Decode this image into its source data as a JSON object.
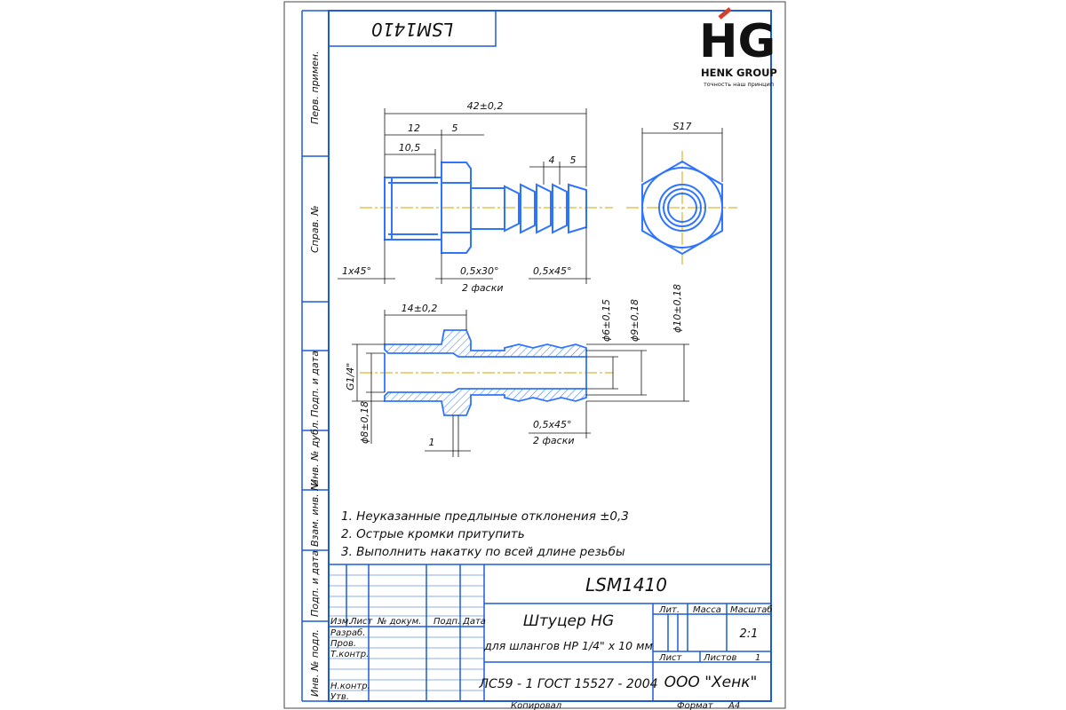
{
  "logo": {
    "mark": "HG",
    "company": "HENK GROUP",
    "slogan": "точность наш принцип",
    "color_blue": "#1e3f8c",
    "color_accent": "#d4412a"
  },
  "colors": {
    "frame": "#1e5bd8",
    "part_outline": "#2f74ff",
    "axis_line": "#d9a400",
    "dimension": "#111111"
  },
  "top_label": "LSM1410",
  "side_columns": [
    "Перв. примен.",
    "Справ. №",
    "Подп. и дата",
    "Инв. № дубл.",
    "Взам. инв. №",
    "Подп. и дата",
    "Инв. № подл."
  ],
  "side_view": {
    "overall": "42±0,2",
    "d12": "12",
    "d5": "5",
    "d10_5": "10,5",
    "d4": "4",
    "d5b": "5",
    "chamfer_left": "1х45°",
    "chamfer_mid": "0,5х30°",
    "chamfer_right": "0,5х45°",
    "note_chamfers": "2 фаски"
  },
  "end_view": {
    "across_flats": "S17"
  },
  "section_view": {
    "d14": "14±0,2",
    "thread": "G1/4\"",
    "bore": "ϕ8±0,18",
    "d6": "ϕ6±0,15",
    "d9": "ϕ9±0,18",
    "d10": "ϕ10±0,18",
    "d1": "1",
    "chamfer": "0,5х45°",
    "note_chamfers": "2 фаски"
  },
  "notes": [
    "1. Неуказанные предлыные отклонения ±0,3",
    "2. Острые кромки притупить",
    "3. Выполнить накатку по всей длине резьбы"
  ],
  "title_block": {
    "designation": "LSM1410",
    "rev_headers": [
      "Изм.",
      "Лист",
      "№ докум.",
      "Подп.",
      "Дата"
    ],
    "roles": [
      "Разраб.",
      "Пров.",
      "Т.контр.",
      "Н.контр.",
      "Утв."
    ],
    "name_line1": "Штуцер HG",
    "name_line2": "для шлангов НР 1/4\" х 10 мм",
    "material": "ЛС59 - 1 ГОСТ 15527 - 2004",
    "lit_label": "Лит.",
    "mass_label": "Масса",
    "scale_label": "Масштаб",
    "scale_value": "2:1",
    "sheet_label": "Лист",
    "sheets_label": "Листов",
    "sheets_value": "1",
    "company": "ООО \"Хенк\"",
    "copied_label": "Копировал",
    "format_label": "Формат",
    "format_value": "A4"
  }
}
